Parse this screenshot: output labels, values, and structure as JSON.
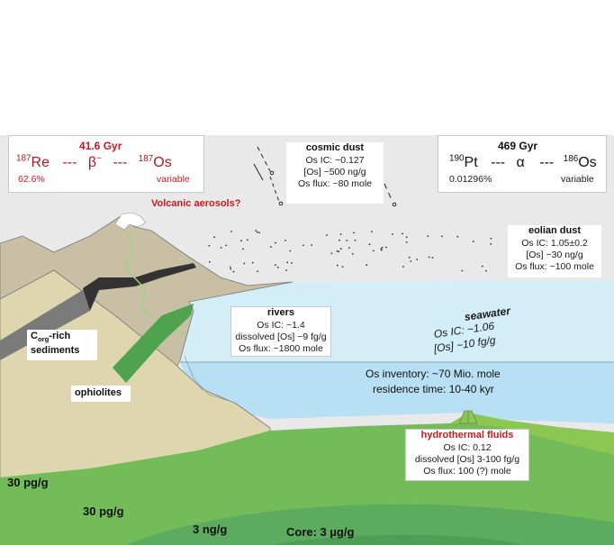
{
  "re_os_box": {
    "age": "41.6 Gyr",
    "parent_mass": "187",
    "parent": "Re",
    "sep1": "---",
    "decay": "β",
    "decay_sign": "−",
    "sep2": "---",
    "daughter_mass": "187",
    "daughter": "Os",
    "abundance": "62.6%",
    "note": "variable"
  },
  "pt_os_box": {
    "age": "469 Gyr",
    "parent_mass": "190",
    "parent": "Pt",
    "sep1": "---",
    "decay": "α",
    "sep2": "---",
    "daughter_mass": "186",
    "daughter": "Os",
    "abundance": "0.01296%",
    "note": "variable"
  },
  "cosmic_dust": {
    "title": "cosmic dust",
    "ic": "Os IC: ~0.127",
    "conc": "[Os] ~500 ng/g",
    "flux": "Os flux: ~80 mole"
  },
  "volcanic": {
    "label": "Volcanic aerosols?"
  },
  "eolian_dust": {
    "title": "eolian dust",
    "ic": "Os IC: 1.05±0.2",
    "conc": "[Os] ~30 ng/g",
    "flux": "Os flux: ~100 mole"
  },
  "rivers": {
    "title": "rivers",
    "ic": "Os IC: ~1.4",
    "conc": "dissolved [Os] ~9 fg/g",
    "flux": "Os flux: ~1800 mole"
  },
  "seawater": {
    "title": "seawater",
    "ic": "Os IC: ~1.06",
    "conc": "[Os] ~10 fg/g",
    "inventory": "Os inventory: ~70 Mio. mole",
    "residence": "residence time: 10-40 kyr"
  },
  "sediments": {
    "c": "C",
    "sub": "org",
    "rest": "-rich",
    "line2": "sediments"
  },
  "ophiolites": {
    "label": "ophiolites"
  },
  "hydrothermal": {
    "title": "hydrothermal fluids",
    "ic": "Os IC: 0.12",
    "conc": "dissolved [Os] 3-100 fg/g",
    "flux": "Os flux: 100 (?) mole"
  },
  "layers": {
    "crust": "30 pg/g",
    "mantle": "30 pg/g",
    "lower_mantle": "3 ng/g",
    "core": "Core: 3 µg/g"
  },
  "colors": {
    "atmosphere": "#e9e9e9",
    "seawater": "#d4eef9",
    "deep_water": "#b8e0f4",
    "mountains": "#c8bfa5",
    "crust": "#ded6ae",
    "mantle": "#8cc653",
    "lower_mantle": "#74bb59",
    "core": "#5cab5e",
    "accent_red": "#c8191e"
  }
}
